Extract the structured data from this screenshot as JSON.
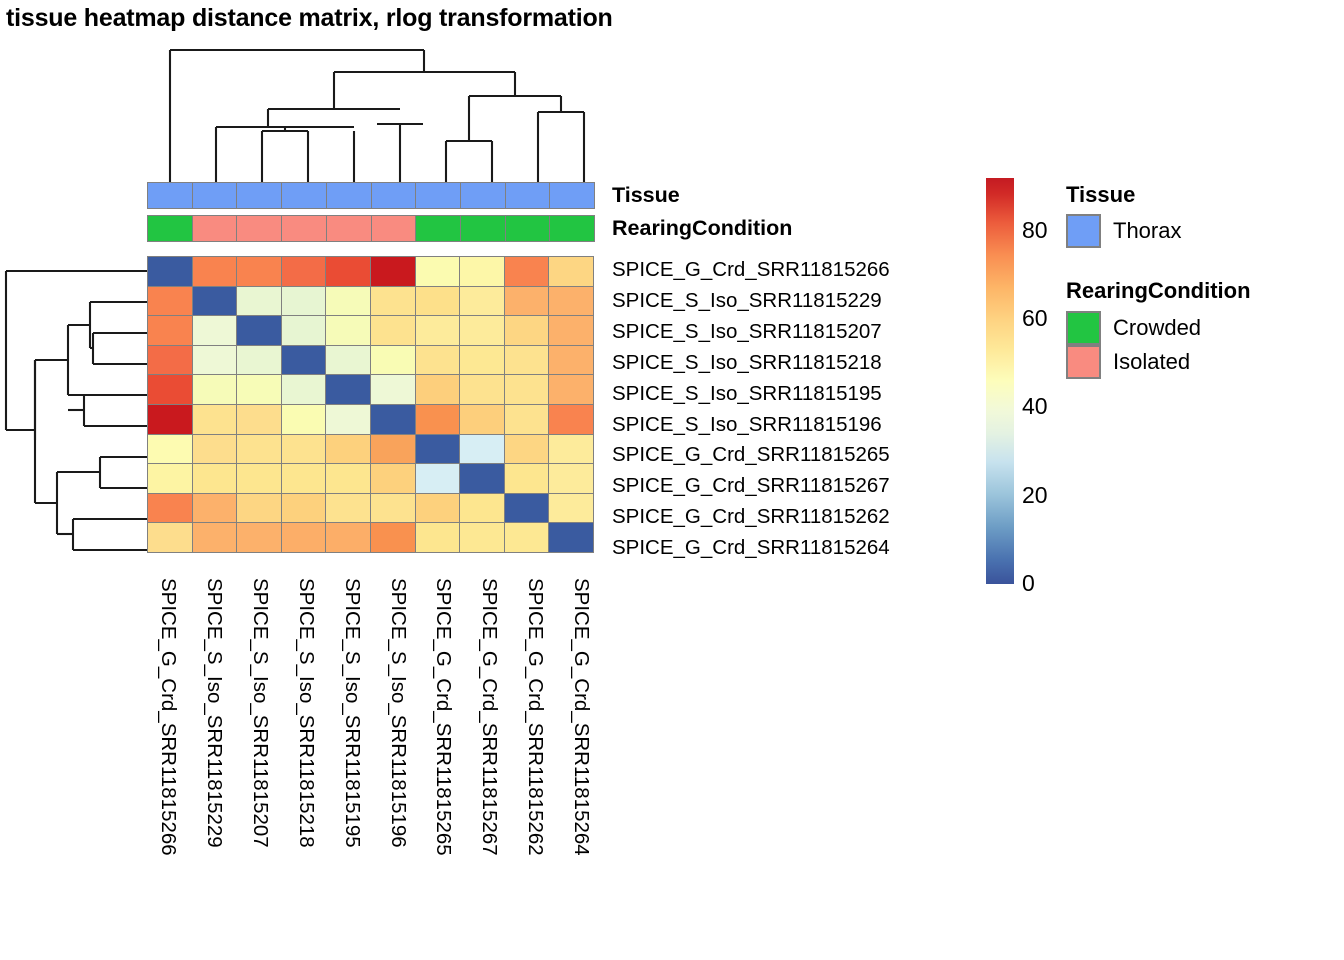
{
  "title": "tissue heatmap distance matrix, rlog transformation",
  "annotations": {
    "tissue_label": "Tissue",
    "rearing_label": "RearingCondition",
    "tissue_values": [
      "Thorax",
      "Thorax",
      "Thorax",
      "Thorax",
      "Thorax",
      "Thorax",
      "Thorax",
      "Thorax",
      "Thorax",
      "Thorax"
    ],
    "rearing_values": [
      "Crowded",
      "Isolated",
      "Isolated",
      "Isolated",
      "Isolated",
      "Isolated",
      "Crowded",
      "Crowded",
      "Crowded",
      "Crowded"
    ]
  },
  "legends": {
    "tissue": {
      "title": "Tissue",
      "entries": [
        {
          "label": "Thorax",
          "color": "#6f9ef6"
        }
      ]
    },
    "rearing": {
      "title": "RearingCondition",
      "entries": [
        {
          "label": "Crowded",
          "color": "#22c542"
        },
        {
          "label": "Isolated",
          "color": "#f98b80"
        }
      ]
    }
  },
  "colorbar": {
    "ticks": [
      "80",
      "60",
      "40",
      "20",
      "0"
    ],
    "tick_values": [
      80,
      60,
      40,
      20,
      0
    ],
    "vmin": 0,
    "vmax": 92,
    "low_color": "#3a539b",
    "mid_color": "#fdfdbb",
    "high_color": "#c41a22"
  },
  "chart_data": {
    "type": "heatmap",
    "title": "tissue heatmap distance matrix, rlog transformation",
    "xlabel": "",
    "ylabel": "",
    "grid": false,
    "legend_position": "right",
    "colormap": "RdYlBu reversed",
    "zlim": [
      0,
      92
    ],
    "row_labels": [
      "SPICE_G_Crd_SRR11815266",
      "SPICE_S_Iso_SRR11815229",
      "SPICE_S_Iso_SRR11815207",
      "SPICE_S_Iso_SRR11815218",
      "SPICE_S_Iso_SRR11815195",
      "SPICE_S_Iso_SRR11815196",
      "SPICE_G_Crd_SRR11815265",
      "SPICE_G_Crd_SRR11815267",
      "SPICE_G_Crd_SRR11815262",
      "SPICE_G_Crd_SRR11815264"
    ],
    "col_labels": [
      "SPICE_G_Crd_SRR11815266",
      "SPICE_S_Iso_SRR11815229",
      "SPICE_S_Iso_SRR11815207",
      "SPICE_S_Iso_SRR11815218",
      "SPICE_S_Iso_SRR11815195",
      "SPICE_S_Iso_SRR11815196",
      "SPICE_G_Crd_SRR11815265",
      "SPICE_G_Crd_SRR11815267",
      "SPICE_G_Crd_SRR11815262",
      "SPICE_G_Crd_SRR11815264"
    ],
    "values": [
      [
        0,
        74,
        74,
        78,
        83,
        92,
        51,
        51,
        76,
        63
      ],
      [
        74,
        0,
        37,
        37,
        42,
        56,
        59,
        55,
        65,
        66
      ],
      [
        74,
        37,
        0,
        38,
        42,
        57,
        57,
        55,
        60,
        66
      ],
      [
        78,
        37,
        38,
        0,
        39,
        47,
        60,
        57,
        59,
        66
      ],
      [
        83,
        42,
        42,
        39,
        0,
        40,
        63,
        58,
        58,
        67
      ],
      [
        92,
        56,
        57,
        47,
        40,
        0,
        72,
        64,
        58,
        74
      ],
      [
        51,
        59,
        57,
        60,
        63,
        72,
        0,
        28,
        62,
        55
      ],
      [
        51,
        55,
        55,
        57,
        58,
        64,
        28,
        0,
        57,
        55
      ],
      [
        76,
        65,
        60,
        59,
        58,
        58,
        62,
        57,
        0,
        54
      ],
      [
        63,
        66,
        66,
        66,
        67,
        74,
        55,
        55,
        54,
        0
      ]
    ],
    "cell_colors": [
      [
        "#3a5ba0",
        "#f9834f",
        "#f9834f",
        "#f36c47",
        "#ea4c34",
        "#c9191e",
        "#fbfbb0",
        "#fdf7a8",
        "#f9834f",
        "#fdd683"
      ],
      [
        "#f9834f",
        "#3a5ba0",
        "#e9f6d2",
        "#e7f5d2",
        "#f6fbb8",
        "#fde28f",
        "#fde08a",
        "#fdeb9b",
        "#fcb16b",
        "#fcb16b"
      ],
      [
        "#f9834f",
        "#eef8d6",
        "#3a5ba0",
        "#e7f5d2",
        "#f6fbb8",
        "#fde28f",
        "#fdeb9b",
        "#fdeb9b",
        "#fdd683",
        "#fcb16b"
      ],
      [
        "#f36c47",
        "#eef8d6",
        "#e9f6d2",
        "#3a5ba0",
        "#e9f6d2",
        "#f9fcb4",
        "#fde28f",
        "#fde893",
        "#fde28f",
        "#fcb16b"
      ],
      [
        "#ea4c34",
        "#f6fbb8",
        "#f7fcb7",
        "#e9f6d2",
        "#3a5ba0",
        "#eef8d6",
        "#fdcf7c",
        "#fde28f",
        "#fde28f",
        "#fcb16b"
      ],
      [
        "#c9191e",
        "#fde28f",
        "#fddd8d",
        "#fafcb2",
        "#eef8d6",
        "#3a5ba0",
        "#f9914f",
        "#fdcf7c",
        "#fde28f",
        "#f9834f"
      ],
      [
        "#fdfbb1",
        "#fddd8d",
        "#fde28f",
        "#fde28f",
        "#fdd17d",
        "#f9a35b",
        "#3a5ba0",
        "#d7eef4",
        "#fdd683",
        "#fdeb9b"
      ],
      [
        "#fdf4a3",
        "#fde68f",
        "#fde68f",
        "#fde68f",
        "#fde68f",
        "#fdd17d",
        "#d7eef4",
        "#3a5ba0",
        "#fde68f",
        "#fdeb9b"
      ],
      [
        "#f9834f",
        "#fcb16b",
        "#fdd683",
        "#fdd17d",
        "#fde28f",
        "#fde28f",
        "#fdd17d",
        "#fde68f",
        "#3a5ba0",
        "#fdeb9b"
      ],
      [
        "#fddd8d",
        "#fcb16b",
        "#fcb16b",
        "#fcae68",
        "#fcae68",
        "#f9914f",
        "#fde68f",
        "#fde893",
        "#fde893",
        "#3a5ba0"
      ]
    ]
  }
}
